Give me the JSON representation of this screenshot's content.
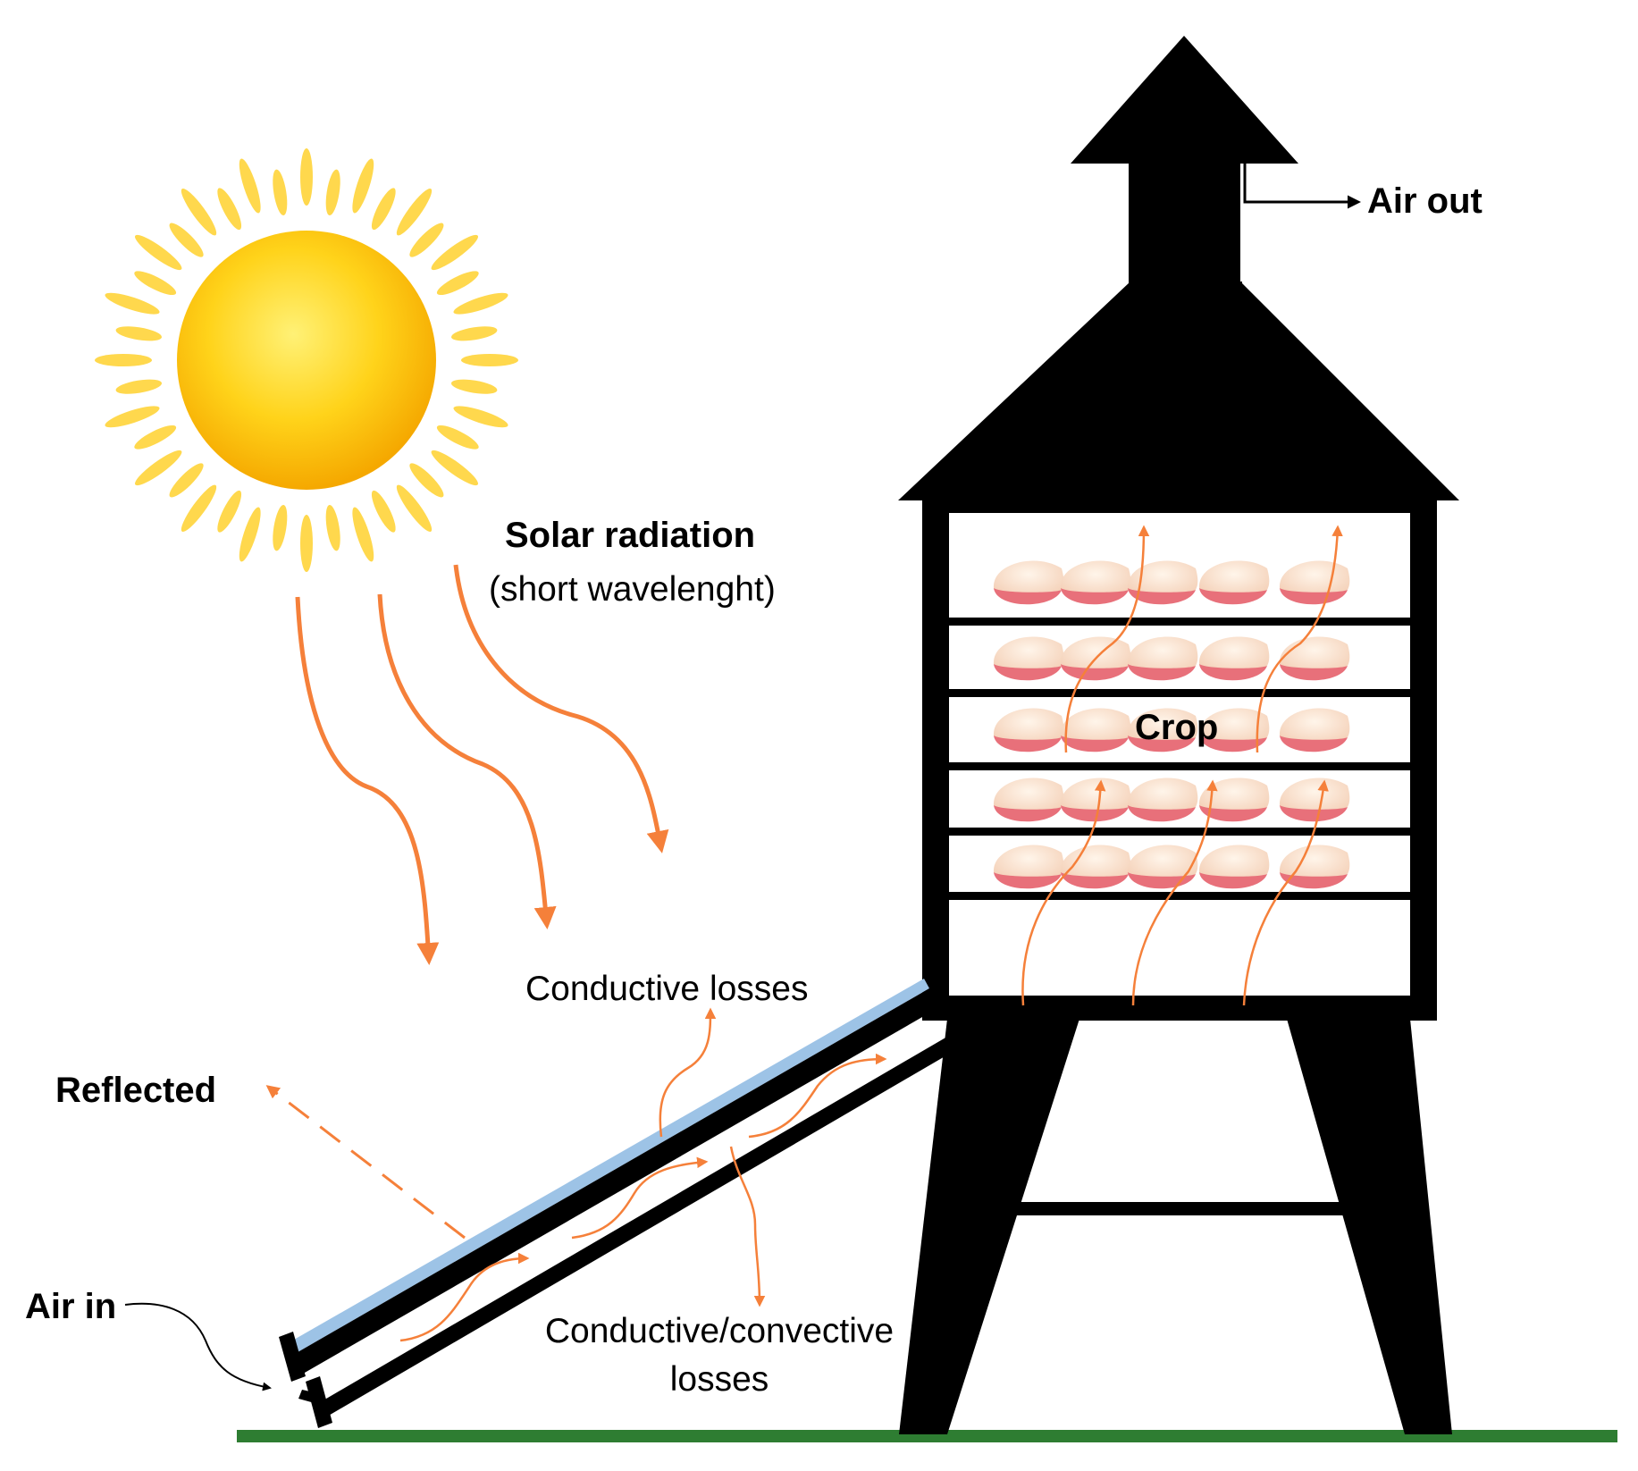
{
  "labels": {
    "solar_radiation": "Solar radiation",
    "short_wavelength": "(short wavelenght)",
    "crop": "Crop",
    "air_out": "Air out",
    "air_in": "Air in",
    "reflected": "Reflected",
    "conductive_losses": "Conductive losses",
    "conductive_convective_line1": "Conductive/convective",
    "conductive_convective_line2": "losses"
  },
  "colors": {
    "structure": "#000000",
    "arrow_orange": "#f5803a",
    "glass_cover": "#9dc3e6",
    "ground": "#2e7d32",
    "sun_core": "#ffc107",
    "sun_rays": "#ffd84d",
    "crop_slice": "#f7dcc6",
    "crop_skin": "#e8707a"
  },
  "icons": {
    "sun": "sun-icon",
    "crop": "apple-slice-icon"
  }
}
